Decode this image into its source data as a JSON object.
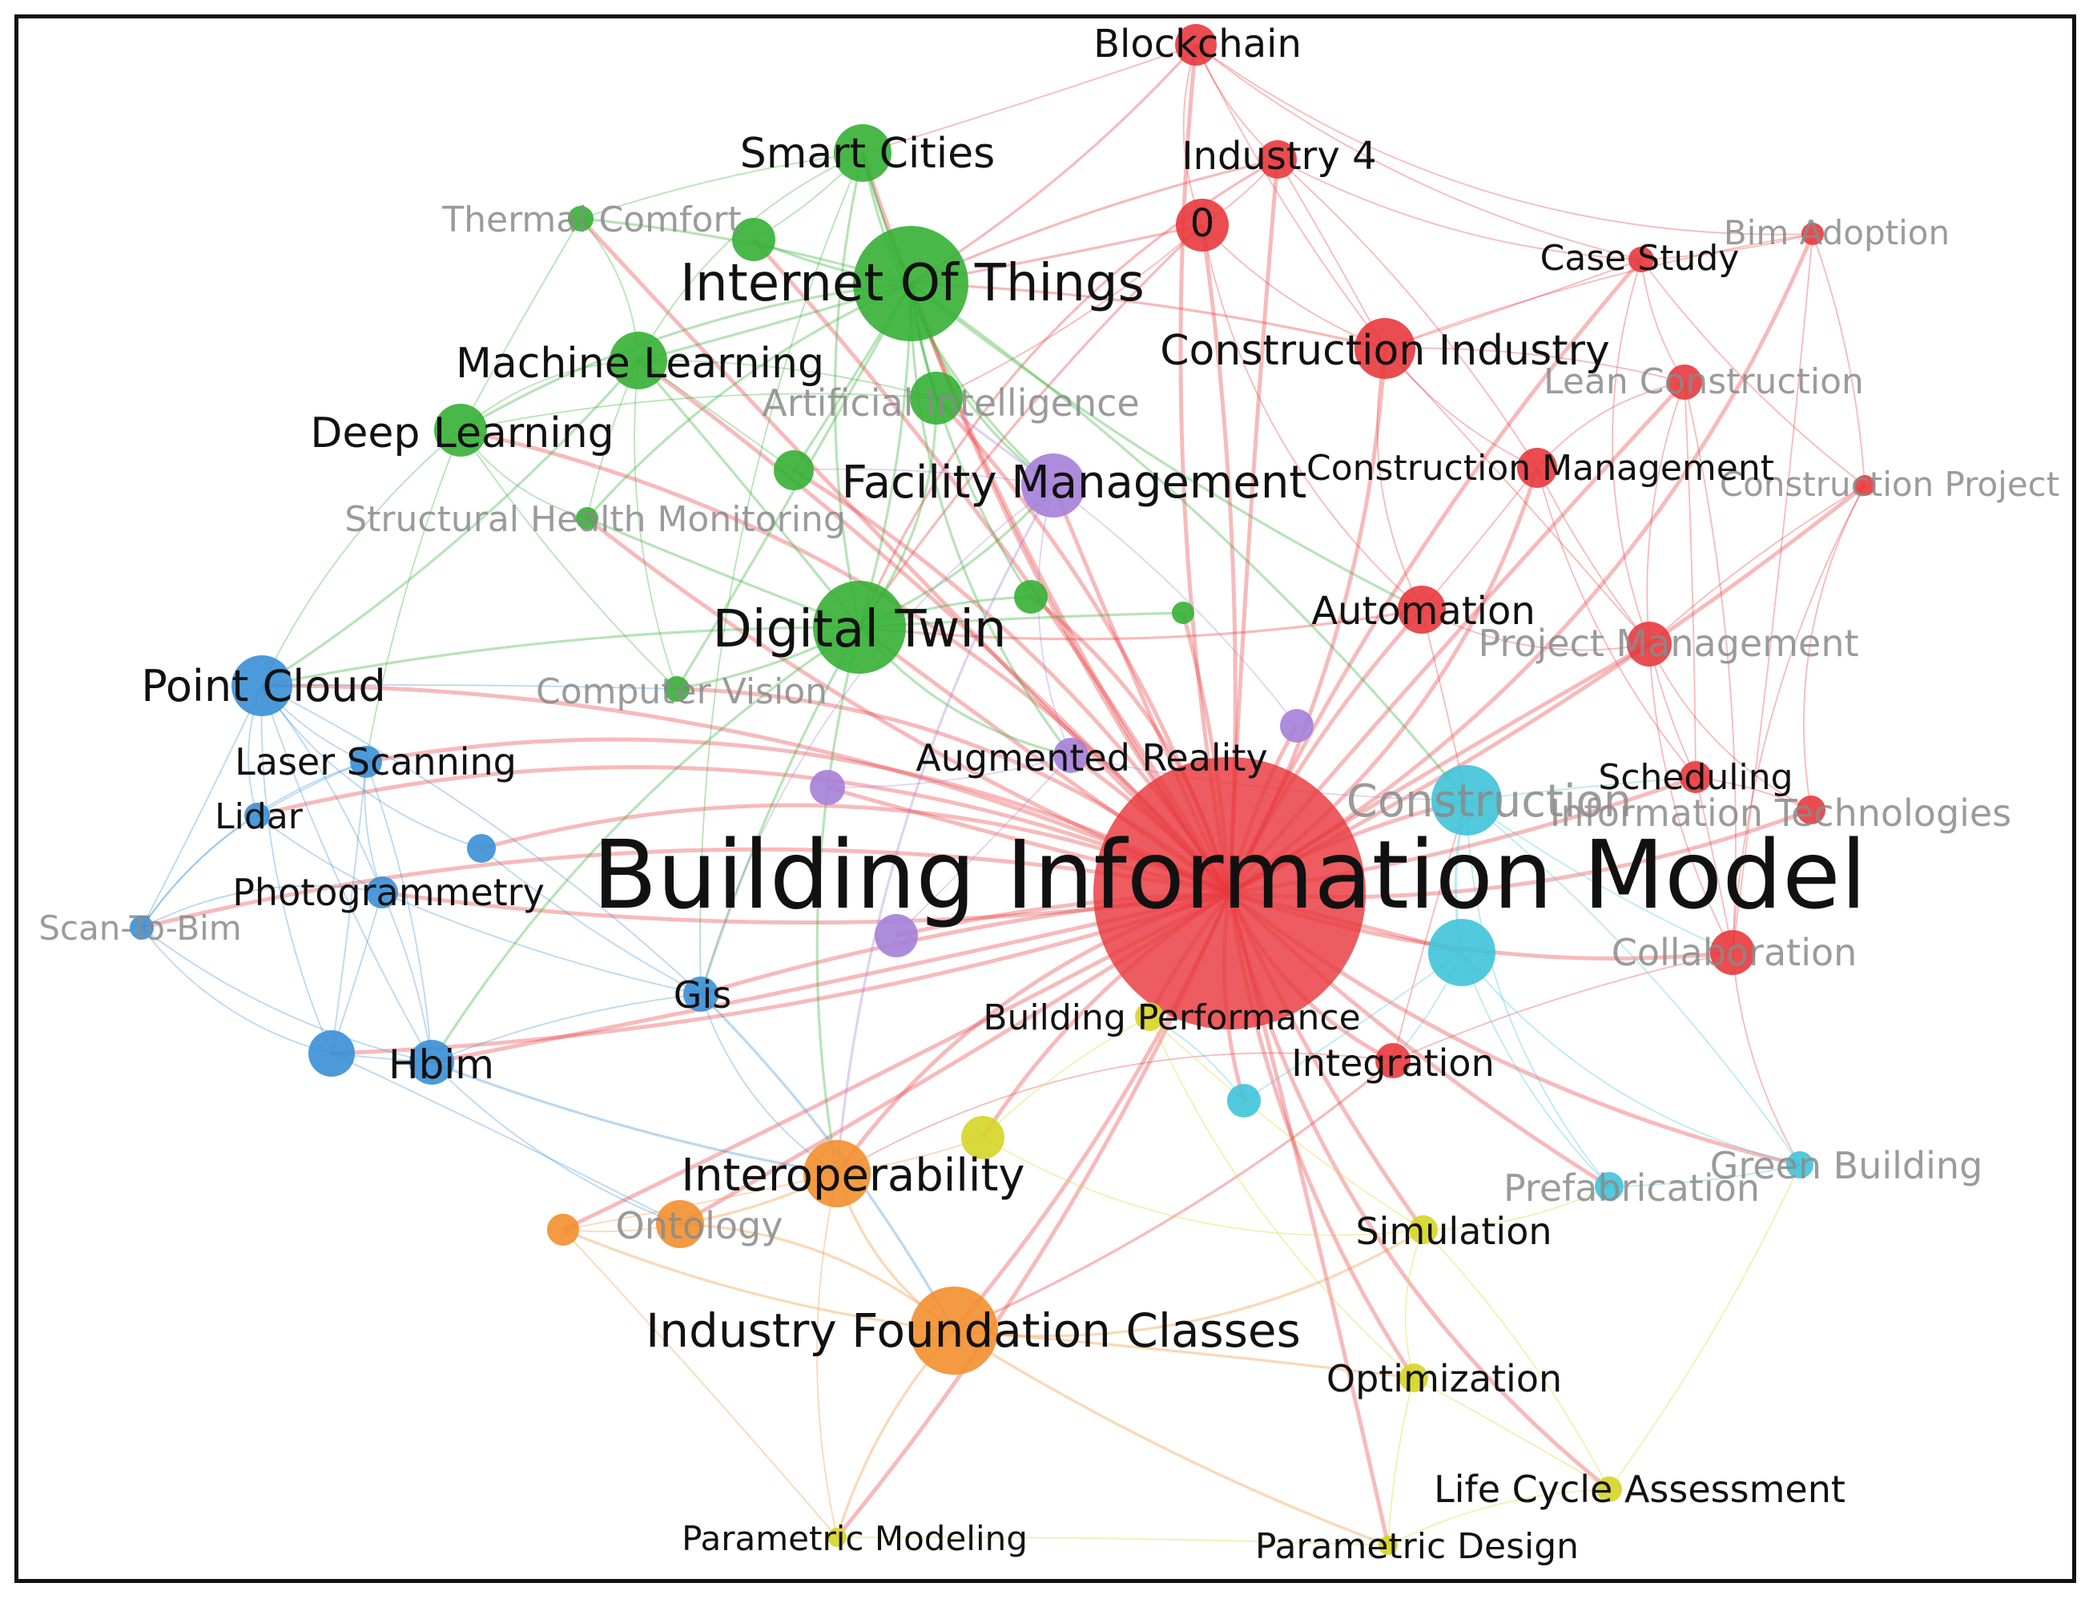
{
  "network": {
    "clusters": {
      "red": "#e8383d",
      "green": "#35b035",
      "blue": "#3a8fd6",
      "orange": "#f28f2e",
      "purple": "#a57fd8",
      "cyan": "#3fc3d8",
      "yellow": "#d5d526"
    },
    "nodes": [
      {
        "id": "bim",
        "label": "Building Information Model",
        "cluster": "red",
        "weight": 100
      },
      {
        "id": "blockchain",
        "label": "Blockchain",
        "cluster": "red",
        "weight": 5
      },
      {
        "id": "industry4",
        "label": "Industry 4",
        "cluster": "red",
        "weight": 5
      },
      {
        "id": "zero",
        "label": "0",
        "cluster": "red",
        "weight": 6
      },
      {
        "id": "bimadoption",
        "label": "Bim Adoption",
        "cluster": "red",
        "weight": 1.5,
        "faded": true
      },
      {
        "id": "casestudy",
        "label": "Case Study",
        "cluster": "red",
        "weight": 2
      },
      {
        "id": "constructionindustry",
        "label": "Construction Industry",
        "cluster": "red",
        "weight": 7
      },
      {
        "id": "leanconstruction",
        "label": "Lean Construction",
        "cluster": "red",
        "weight": 3,
        "faded": true
      },
      {
        "id": "constructionproject",
        "label": "Construction Project",
        "cluster": "red",
        "weight": 1.5,
        "faded": true
      },
      {
        "id": "constructionmanagement",
        "label": "Construction Management",
        "cluster": "red",
        "weight": 4
      },
      {
        "id": "automation",
        "label": "Automation",
        "cluster": "red",
        "weight": 5
      },
      {
        "id": "projectmanagement",
        "label": "Project Management",
        "cluster": "red",
        "weight": 4,
        "faded": true
      },
      {
        "id": "scheduling",
        "label": "Scheduling",
        "cluster": "red",
        "weight": 3
      },
      {
        "id": "infotech",
        "label": "Information Technologies",
        "cluster": "red",
        "weight": 2,
        "faded": true
      },
      {
        "id": "collaboration",
        "label": "Collaboration",
        "cluster": "red",
        "weight": 4,
        "faded": true
      },
      {
        "id": "integration",
        "label": "Integration",
        "cluster": "red",
        "weight": 3
      },
      {
        "id": "smartcities",
        "label": "Smart Cities",
        "cluster": "green",
        "weight": 7
      },
      {
        "id": "thermalcomfort",
        "label": "Thermal Comfort",
        "cluster": "green",
        "weight": 2,
        "faded": true
      },
      {
        "id": "greennode1",
        "label": "",
        "cluster": "green",
        "weight": 4
      },
      {
        "id": "iot",
        "label": "Internet Of Things",
        "cluster": "green",
        "weight": 28
      },
      {
        "id": "ml",
        "label": "Machine Learning",
        "cluster": "green",
        "weight": 8
      },
      {
        "id": "ai",
        "label": "Artificial Intelligence",
        "cluster": "green",
        "weight": 6,
        "faded": true
      },
      {
        "id": "deeplearning",
        "label": "Deep Learning",
        "cluster": "green",
        "weight": 6
      },
      {
        "id": "greennode2",
        "label": "",
        "cluster": "green",
        "weight": 3
      },
      {
        "id": "shm",
        "label": "Structural Health Monitoring",
        "cluster": "green",
        "weight": 2,
        "faded": true
      },
      {
        "id": "digitaltwin",
        "label": "Digital Twin",
        "cluster": "green",
        "weight": 20
      },
      {
        "id": "greennode3",
        "label": "",
        "cluster": "green",
        "weight": 3
      },
      {
        "id": "greennode4",
        "label": "",
        "cluster": "green",
        "weight": 1.5
      },
      {
        "id": "computervision",
        "label": "Computer Vision",
        "cluster": "green",
        "weight": 2,
        "faded": true
      },
      {
        "id": "fm",
        "label": "Facility Management",
        "cluster": "purple",
        "weight": 12
      },
      {
        "id": "ar",
        "label": "Augmented Reality",
        "cluster": "purple",
        "weight": 3
      },
      {
        "id": "purplenode1",
        "label": "",
        "cluster": "purple",
        "weight": 3
      },
      {
        "id": "purplenode2",
        "label": "",
        "cluster": "purple",
        "weight": 3
      },
      {
        "id": "purplenode3",
        "label": "",
        "cluster": "purple",
        "weight": 4
      },
      {
        "id": "pointcloud",
        "label": "Point Cloud",
        "cluster": "blue",
        "weight": 9
      },
      {
        "id": "laserscanning",
        "label": "Laser Scanning",
        "cluster": "blue",
        "weight": 3
      },
      {
        "id": "lidar",
        "label": "Lidar",
        "cluster": "blue",
        "weight": 2
      },
      {
        "id": "bluenode1",
        "label": "",
        "cluster": "blue",
        "weight": 2
      },
      {
        "id": "photogrammetry",
        "label": "Photogrammetry",
        "cluster": "blue",
        "weight": 3
      },
      {
        "id": "scantobim",
        "label": "Scan-To-Bim",
        "cluster": "blue",
        "weight": 1.5,
        "faded": true
      },
      {
        "id": "gis",
        "label": "Gis",
        "cluster": "blue",
        "weight": 3
      },
      {
        "id": "hbim",
        "label": "Hbim",
        "cluster": "blue",
        "weight": 4
      },
      {
        "id": "bluenode2",
        "label": "",
        "cluster": "blue",
        "weight": 5
      },
      {
        "id": "construction",
        "label": "Construction",
        "cluster": "cyan",
        "weight": 10,
        "faded": true
      },
      {
        "id": "cyannode1",
        "label": "",
        "cluster": "cyan",
        "weight": 12
      },
      {
        "id": "cyannode2",
        "label": "",
        "cluster": "cyan",
        "weight": 2
      },
      {
        "id": "prefabrication",
        "label": "Prefabrication",
        "cluster": "cyan",
        "weight": 2,
        "faded": true
      },
      {
        "id": "greenbuilding",
        "label": "Green Building",
        "cluster": "cyan",
        "weight": 1.5,
        "faded": true
      },
      {
        "id": "interoperability",
        "label": "Interoperability",
        "cluster": "orange",
        "weight": 12
      },
      {
        "id": "ontology",
        "label": "Ontology",
        "cluster": "orange",
        "weight": 4,
        "faded": true
      },
      {
        "id": "orangenode1",
        "label": "",
        "cluster": "orange",
        "weight": 2
      },
      {
        "id": "ifc",
        "label": "Industry Foundation Classes",
        "cluster": "orange",
        "weight": 18
      },
      {
        "id": "buildingperformance",
        "label": "Building Performance",
        "cluster": "yellow",
        "weight": 2
      },
      {
        "id": "yellownode1",
        "label": "",
        "cluster": "yellow",
        "weight": 3
      },
      {
        "id": "simulation",
        "label": "Simulation",
        "cluster": "yellow",
        "weight": 2
      },
      {
        "id": "optimization",
        "label": "Optimization",
        "cluster": "yellow",
        "weight": 2
      },
      {
        "id": "lca",
        "label": "Life Cycle Assessment",
        "cluster": "yellow",
        "weight": 2
      },
      {
        "id": "parametricmodeling",
        "label": "Parametric Modeling",
        "cluster": "yellow",
        "weight": 1.5
      },
      {
        "id": "parametricdesign",
        "label": "Parametric Design",
        "cluster": "yellow",
        "weight": 1.5
      }
    ]
  }
}
